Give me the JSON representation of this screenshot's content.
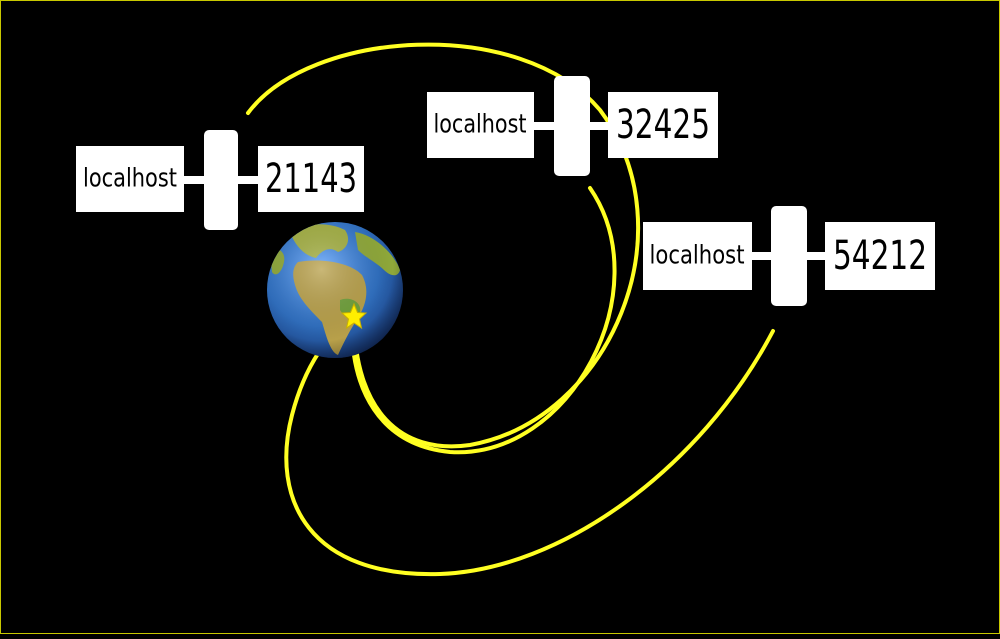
{
  "colors": {
    "background": "#000000",
    "frame": "#c8c800",
    "connection": "#ffff22",
    "box_fill": "#ffffff",
    "text": "#000000",
    "ocean": "#2f6fc0",
    "land": "#a4b043",
    "star": "#ffee00"
  },
  "icons": {
    "globe": "earth-globe-icon",
    "star": "origin-star-icon"
  },
  "servers": [
    {
      "host": "localhost",
      "port": "21143"
    },
    {
      "host": "localhost",
      "port": "32425"
    },
    {
      "host": "localhost",
      "port": "54212"
    }
  ]
}
